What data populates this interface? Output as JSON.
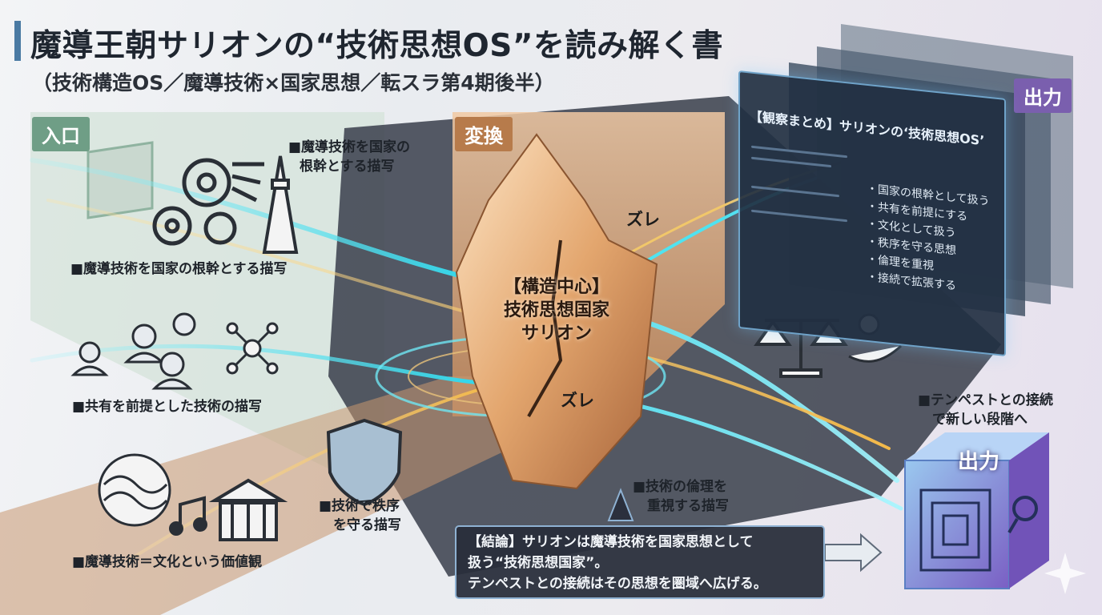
{
  "header": {
    "title": "魔導王朝サリオンの“技術思想OS”を読み解く書",
    "subtitle": "（技術構造OS／魔導技術×国家思想／転スラ第4期後半）"
  },
  "tags": {
    "input": "入口",
    "transform": "変換",
    "output_top": "出力",
    "output_cube": "出力"
  },
  "input_labels": {
    "top_right_line1": "■魔導技術を国家の",
    "top_right_line2": "根幹とする描写",
    "row1": "■魔導技術を国家の根幹とする描写",
    "row2": "■共有を前提とした技術の描写",
    "row3": "■魔導技術＝文化という価値観",
    "shield_line1": "■技術で秩序",
    "shield_line2": "を守る描写"
  },
  "crystal": {
    "line1": "【構造中心】",
    "line2": "技術思想国家",
    "line3": "サリオン",
    "zure_top": "ズレ",
    "zure_bottom": "ズレ"
  },
  "output_panel": {
    "title": "【観察まとめ】サリオンの‘技術思想OS’",
    "items": [
      "・国家の根幹として扱う",
      "・共有を前提にする",
      "・文化として扱う",
      "・秩序を守る思想",
      "・倫理を重視",
      "・接続で拡張する"
    ]
  },
  "right_labels": {
    "tempest_line1": "■テンペストとの接続",
    "tempest_line2": "で新しい段階へ",
    "ethics_line1": "■技術の倫理を",
    "ethics_line2": "重視する描写"
  },
  "conclusion": {
    "line1": "【結論】サリオンは魔導技術を国家思想として",
    "line2": "扱う“技術思想国家”。",
    "line3": "テンペストとの接続はその思想を圏域へ広げる。"
  },
  "colors": {
    "accent": "#4a7aa3",
    "input": "#6f9e86",
    "transform": "#b77b4b",
    "output": "#7a5fae",
    "flow_cyan": "#4fe3f0",
    "flow_gold": "#f1c76a"
  },
  "icons": [
    "gear-cluster-icon",
    "tower-icon",
    "people-group-icon",
    "network-node-icon",
    "shield-city-icon",
    "wave-medallion-icon",
    "music-note-icon",
    "classical-building-icon",
    "scales-icon",
    "lightbulb-hand-icon",
    "maze-icon",
    "magnifier-icon"
  ]
}
